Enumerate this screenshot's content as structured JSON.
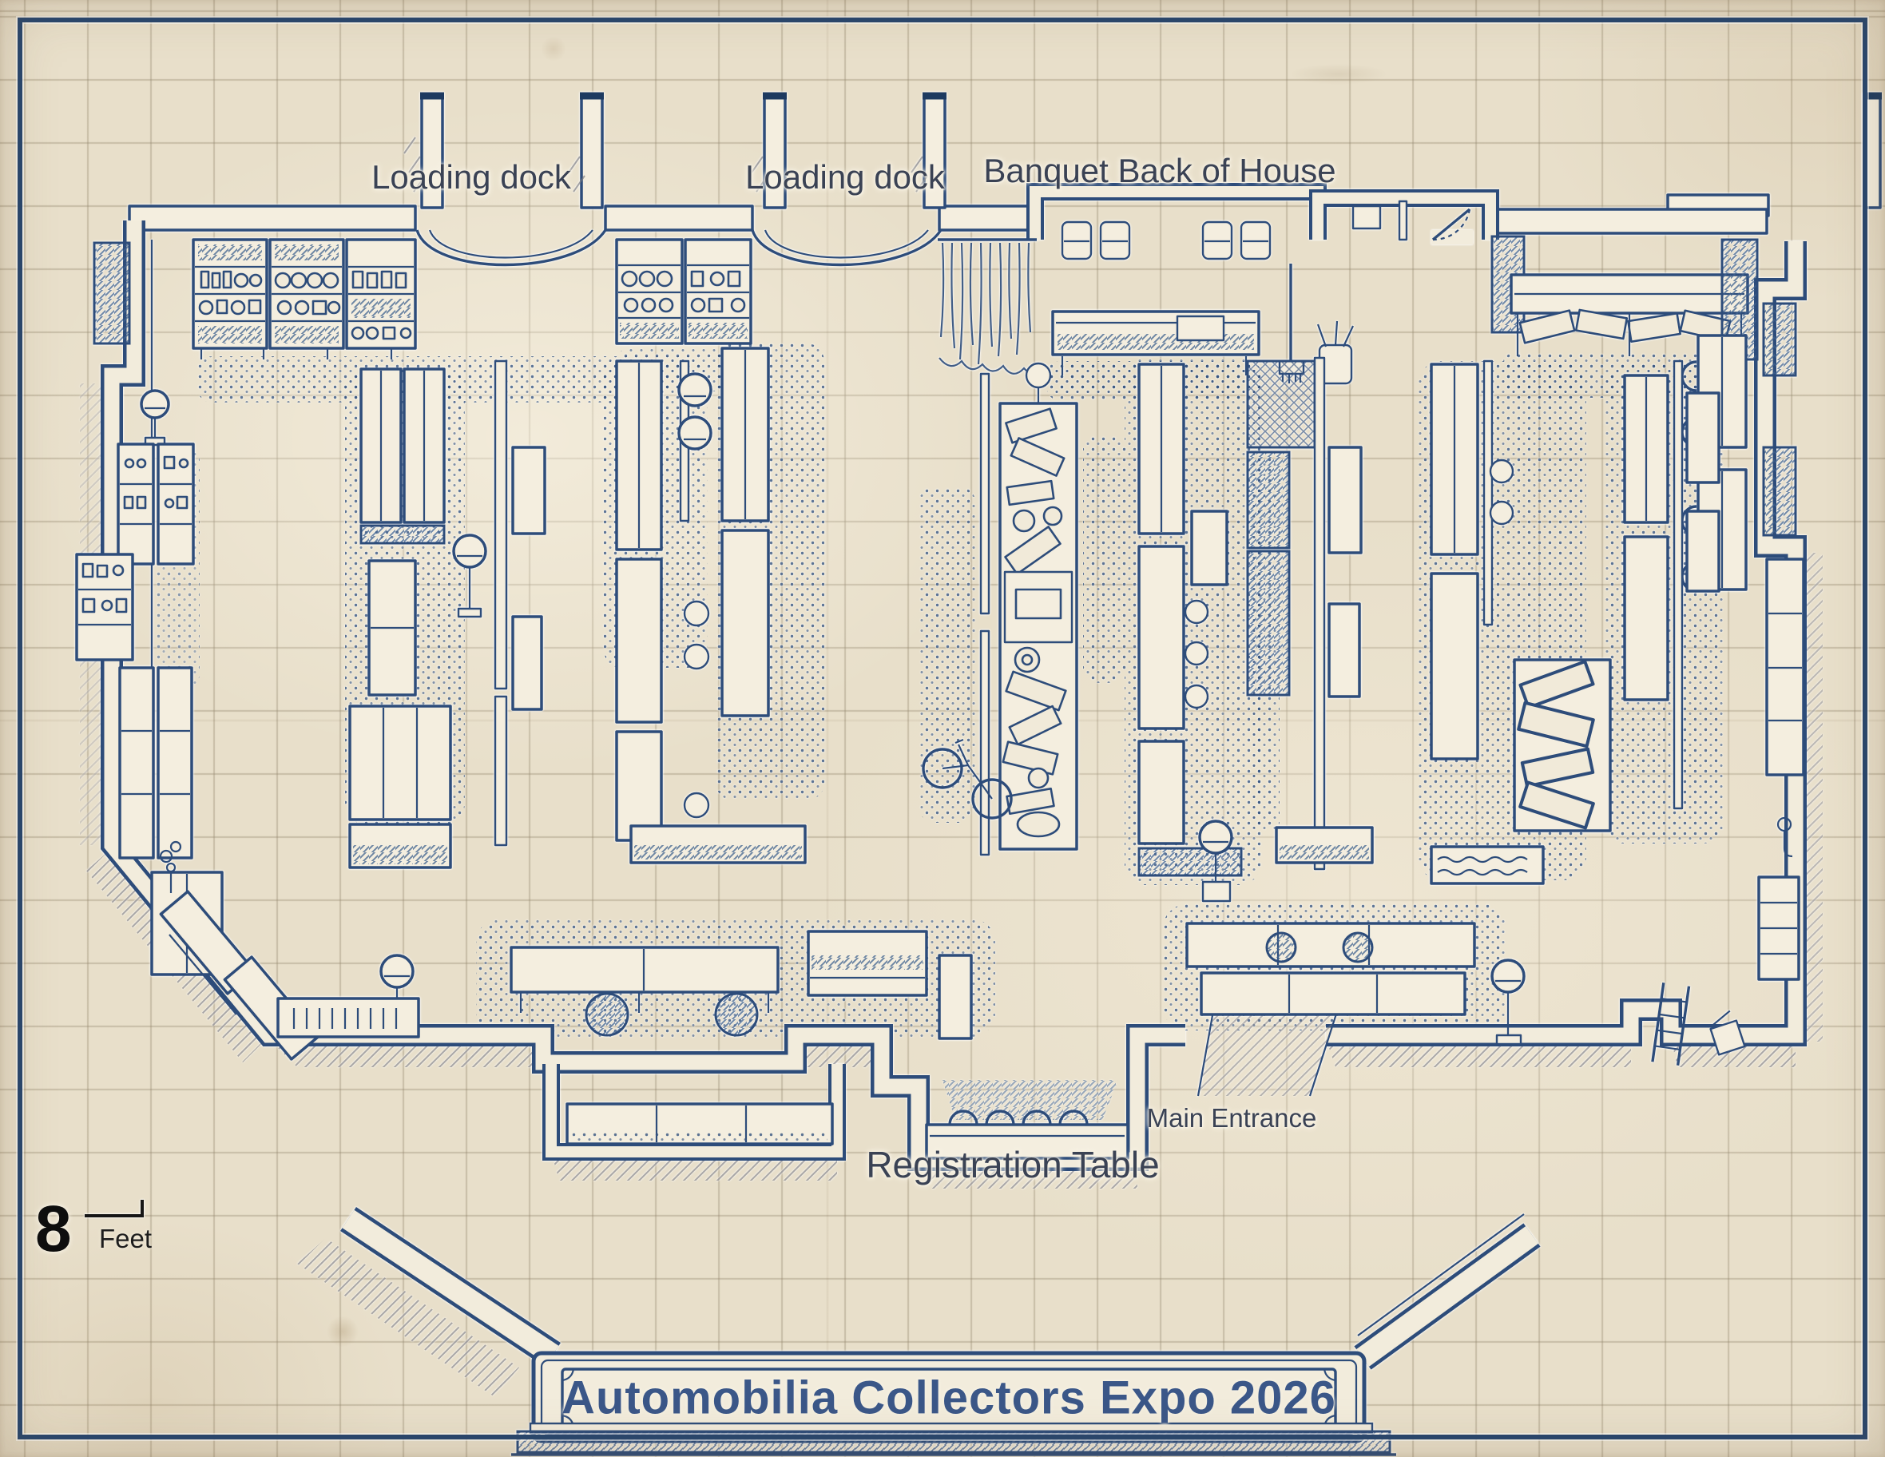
{
  "title": {
    "text": "Automobilia Collectors Expo 2026"
  },
  "labels": {
    "loading_dock_1": "Loading dock",
    "loading_dock_2": "Loading dock",
    "banquet_back_of_house": "Banquet Back of House",
    "main_entrance": "Main Entrance",
    "registration_table": "Registration Table"
  },
  "scale_bar": {
    "value": "8",
    "unit": "Feet"
  },
  "colors": {
    "ink": "#2d4c7a",
    "ink_dark": "#1d3a60",
    "paper": "#e8dfca",
    "paper_light": "#f4eedf",
    "grid_line": "#92856c",
    "label_text": "#3a4254",
    "title_text": "#3b5788",
    "scale_text": "#0e0e0e",
    "frame": "#26456e"
  }
}
